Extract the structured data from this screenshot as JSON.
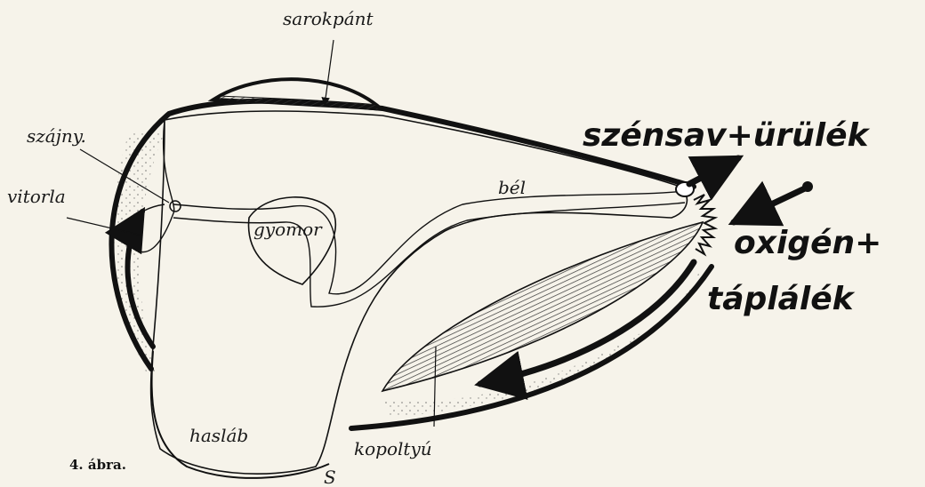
{
  "labels": {
    "sarokpant": "sarokpánt",
    "szajny": "szájny.",
    "vitorla": "vitorla",
    "bel": "bél",
    "gyomor": "gyomor",
    "szensav": "szénsav+ürülék",
    "oxigen": "oxigén+",
    "taplalek": "táplálék",
    "haslab": "hasláb",
    "kopoltyu": "kopoltyú",
    "s_mark": "S"
  },
  "caption": "4. ábra.",
  "colors": {
    "background": "#f6f3ea",
    "ink": "#111111"
  }
}
